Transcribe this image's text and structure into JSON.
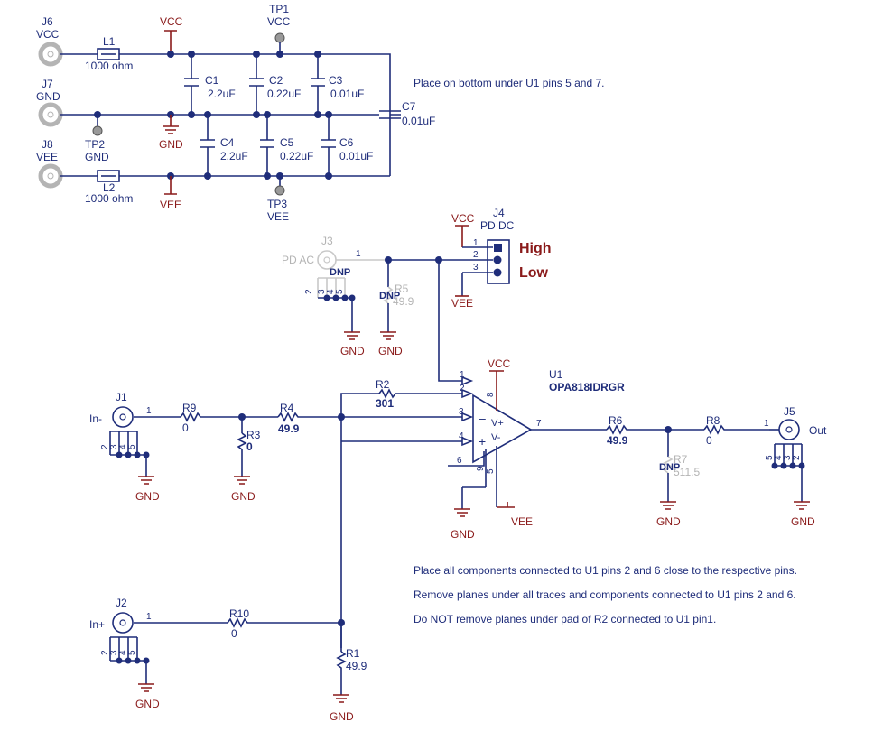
{
  "power": {
    "j6": {
      "ref": "J6",
      "net": "VCC"
    },
    "j7": {
      "ref": "J7",
      "net": "GND"
    },
    "j8": {
      "ref": "J8",
      "net": "VEE"
    },
    "l1": {
      "ref": "L1",
      "value": "1000 ohm"
    },
    "l2": {
      "ref": "L2",
      "value": "1000 ohm"
    },
    "tp1": {
      "ref": "TP1",
      "net": "VCC"
    },
    "tp2": {
      "ref": "TP2",
      "net": "GND"
    },
    "tp3": {
      "ref": "TP3",
      "net": "VEE"
    },
    "vcc_label": "VCC",
    "gnd_label": "GND",
    "vee_label": "VEE",
    "c1": {
      "ref": "C1",
      "value": "2.2uF"
    },
    "c2": {
      "ref": "C2",
      "value": "0.22uF"
    },
    "c3": {
      "ref": "C3",
      "value": "0.01uF"
    },
    "c4": {
      "ref": "C4",
      "value": "2.2uF"
    },
    "c5": {
      "ref": "C5",
      "value": "0.22uF"
    },
    "c6": {
      "ref": "C6",
      "value": "0.01uF"
    },
    "c7": {
      "ref": "C7",
      "value": "0.01uF"
    },
    "note": "Place on bottom under U1 pins 5 and 7."
  },
  "pd": {
    "j3_ref": "J3",
    "j3_label": "PD AC",
    "j3_pin1": "1",
    "j3_pins": [
      "2",
      "3",
      "4",
      "5"
    ],
    "dnp1": "DNP",
    "r5": {
      "ref": "R5",
      "value": "49.9",
      "dnp": "DNP"
    },
    "gnd1": "GND",
    "gnd2": "GND",
    "j4_ref": "J4",
    "j4_label": "PD DC",
    "j4_vcc": "VCC",
    "j4_vee": "VEE",
    "j4_pins": [
      "1",
      "2",
      "3"
    ],
    "high": "High",
    "low": "Low"
  },
  "amp": {
    "u1_ref": "U1",
    "u1_part": "OPA818IDRGR",
    "vcc": "VCC",
    "vee": "VEE",
    "gnd": "GND",
    "pins": {
      "p1": "1",
      "p2": "2",
      "p3": "3",
      "p4": "4",
      "p6": "6",
      "p7": "7",
      "p8": "8",
      "p5": "5",
      "p9": "9"
    },
    "vplus": "V+",
    "vminus": "V-",
    "minus": "–",
    "plus": "+",
    "r2": {
      "ref": "R2",
      "value": "301"
    },
    "r4": {
      "ref": "R4",
      "value": "49.9"
    },
    "r9": {
      "ref": "R9",
      "value": "0"
    },
    "r3": {
      "ref": "R3",
      "value": "0"
    },
    "r6": {
      "ref": "R6",
      "value": "49.9"
    },
    "r8": {
      "ref": "R8",
      "value": "0"
    },
    "r7": {
      "ref": "R7",
      "value": "511.5",
      "dnp": "DNP"
    },
    "r10": {
      "ref": "R10",
      "value": "0"
    },
    "r1": {
      "ref": "R1",
      "value": "49.9"
    },
    "j1": {
      "ref": "J1",
      "label": "In-",
      "pin1": "1",
      "pins": [
        "2",
        "3",
        "4",
        "5"
      ]
    },
    "j2": {
      "ref": "J2",
      "label": "In+",
      "pin1": "1",
      "pins": [
        "2",
        "3",
        "4",
        "5"
      ]
    },
    "j5": {
      "ref": "J5",
      "label": "Out",
      "pin1": "1",
      "pins": [
        "5",
        "4",
        "3",
        "2"
      ]
    },
    "gnd_labels": [
      "GND",
      "GND",
      "GND",
      "GND",
      "GND",
      "GND",
      "GND"
    ]
  },
  "notes": [
    "Place all components connected to U1 pins 2 and 6 close to the respective pins.",
    "Remove planes under all traces and components connected to U1 pins 2 and 6.",
    "Do NOT remove planes under pad of R2 connected to U1 pin1."
  ],
  "colors": {
    "wire": "#1f2d7a",
    "net_label": "#8a1a1a",
    "dnp_grey": "#b4b4b4",
    "highlight": "#8a1a1a"
  }
}
